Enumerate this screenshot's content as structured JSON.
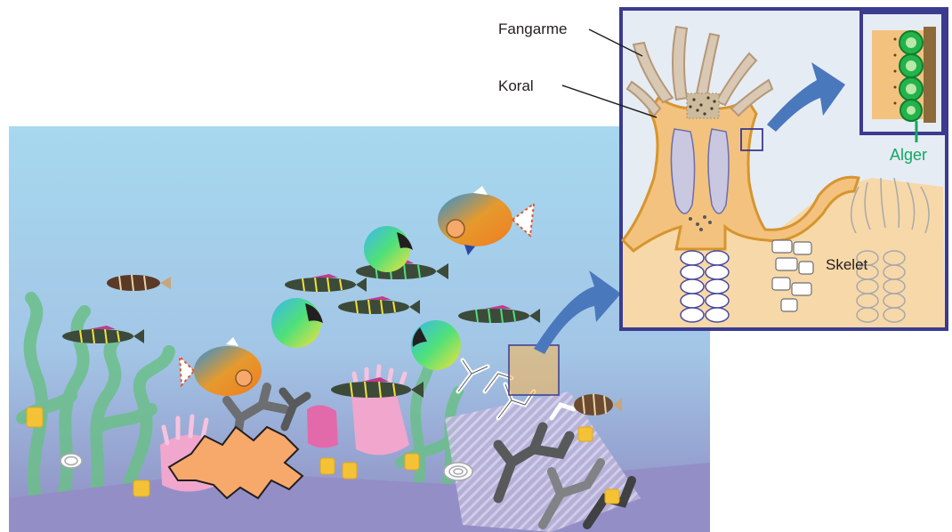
{
  "labels": {
    "tentacles": "Fangarme",
    "coral": "Koral",
    "algae": "Alger",
    "skeleton": "Skelet"
  },
  "colors": {
    "water_top": "#9fd3ec",
    "water_bottom": "#8f8fc4",
    "polyp_tissue": "#f3c27e",
    "polyp_outline": "#d6952f",
    "skeleton_fill": "#ffffff",
    "inset_frame": "#3b3b8f",
    "arrow": "#4a78bd",
    "algae": "#23b34a",
    "algae_label": "#12a862"
  }
}
